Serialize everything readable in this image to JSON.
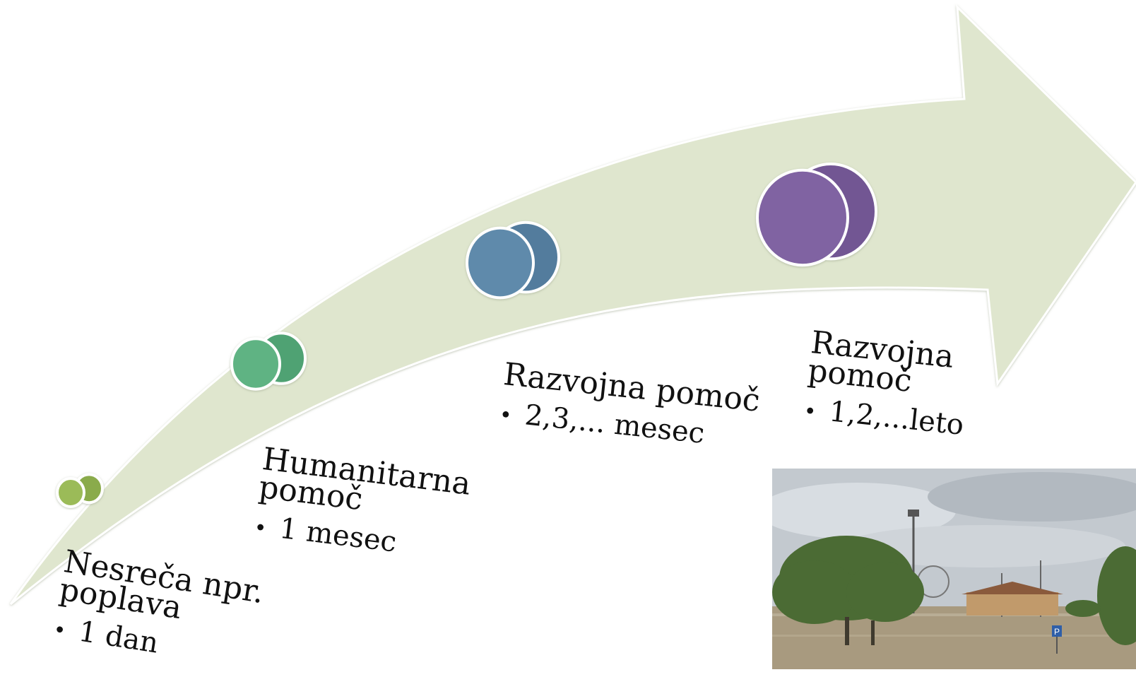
{
  "diagram": {
    "arrow_color": "#dfe6ce",
    "steps": [
      {
        "title_lines": [
          "Nesreča npr.",
          "poplava"
        ],
        "bullet": "1 dan",
        "color": "#9bbb59",
        "color_dark": "#8aab4b"
      },
      {
        "title_lines": [
          "Humanitarna",
          "pomoč"
        ],
        "bullet": "1 mesec",
        "color": "#5fb383",
        "color_dark": "#4fa273"
      },
      {
        "title_lines": [
          "Razvojna pomoč"
        ],
        "bullet": "2,3,... mesec",
        "color": "#5f8aab",
        "color_dark": "#527c9d"
      },
      {
        "title_lines": [
          "Razvojna",
          "pomoč"
        ],
        "bullet": "1,2,...leto",
        "color": "#8064a2",
        "color_dark": "#725693"
      }
    ]
  },
  "photo": {
    "icon": "flood-photo",
    "sign_glyph": "P",
    "colors": {
      "sky": "#c3c9cf",
      "water": "#a89a7f",
      "tree": "#4b6b34",
      "building": "#c19a6b",
      "roof": "#8a5a3c"
    }
  }
}
